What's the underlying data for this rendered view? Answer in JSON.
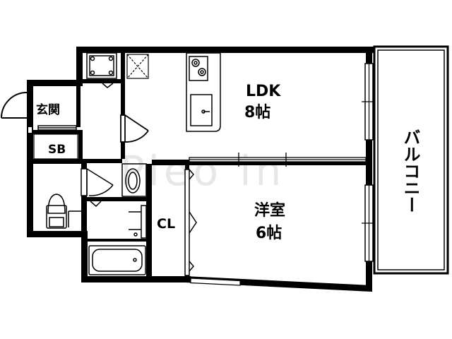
{
  "rooms": {
    "ldk": {
      "name": "LDK",
      "size": "8帖"
    },
    "western": {
      "name": "洋室",
      "size": "6帖"
    },
    "entrance": {
      "name": "玄関"
    },
    "storage": {
      "name": "SB"
    },
    "closet": {
      "name": "CL"
    },
    "balcony": {
      "name": "バルコニー"
    }
  },
  "watermark": "Pieo  in"
}
